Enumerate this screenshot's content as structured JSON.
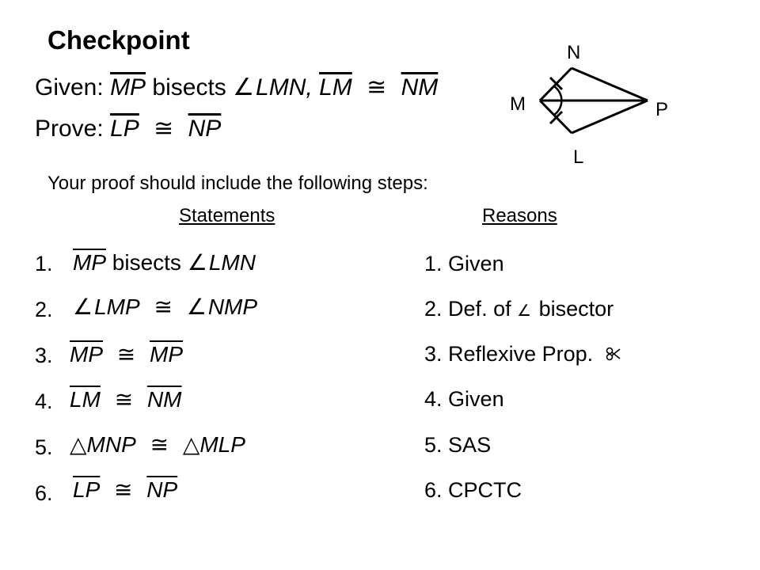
{
  "title": "Checkpoint",
  "given": {
    "prefix": "Given:",
    "seg1": "MP",
    "verb": "bisects",
    "angle": "LMN,",
    "seg2a": "LM",
    "seg2b": "NM"
  },
  "prove": {
    "prefix": "Prove:",
    "seg1": "LP",
    "seg2": "NP"
  },
  "intro": "Your proof should include the following steps:",
  "headers": {
    "statements": "Statements",
    "reasons": "Reasons"
  },
  "diagram": {
    "labels": {
      "N": "N",
      "M": "M",
      "P": "P",
      "L": "L"
    }
  },
  "statements": [
    {
      "num": "1.",
      "parts": {
        "seg": "MP",
        "verb": "bisects",
        "angle": "LMN"
      }
    },
    {
      "num": "2.",
      "parts": {
        "angle1": "LMP",
        "angle2": "NMP"
      }
    },
    {
      "num": "3.",
      "parts": {
        "seg1": "MP",
        "seg2": "MP"
      }
    },
    {
      "num": "4.",
      "parts": {
        "seg1": "LM",
        "seg2": "NM"
      }
    },
    {
      "num": "5.",
      "parts": {
        "tri1": "MNP",
        "tri2": "MLP"
      }
    },
    {
      "num": "6.",
      "parts": {
        "seg1": "LP",
        "seg2": "NP"
      }
    }
  ],
  "reasons": [
    {
      "num": "1.",
      "text": "Given"
    },
    {
      "num": "2.",
      "text": "Def. of",
      "suffix": "bisector"
    },
    {
      "num": "3.",
      "text": "Reflexive Prop."
    },
    {
      "num": "4.",
      "text": "Given"
    },
    {
      "num": "5.",
      "text": "SAS"
    },
    {
      "num": "6.",
      "text": "CPCTC"
    }
  ],
  "symbols": {
    "angle": "∠",
    "congruent": "≅",
    "triangle": "△",
    "angle_icon": "angle-icon",
    "congruent_icon": "congruent-icon",
    "reflexive_icon": "scissors-like-icon"
  }
}
